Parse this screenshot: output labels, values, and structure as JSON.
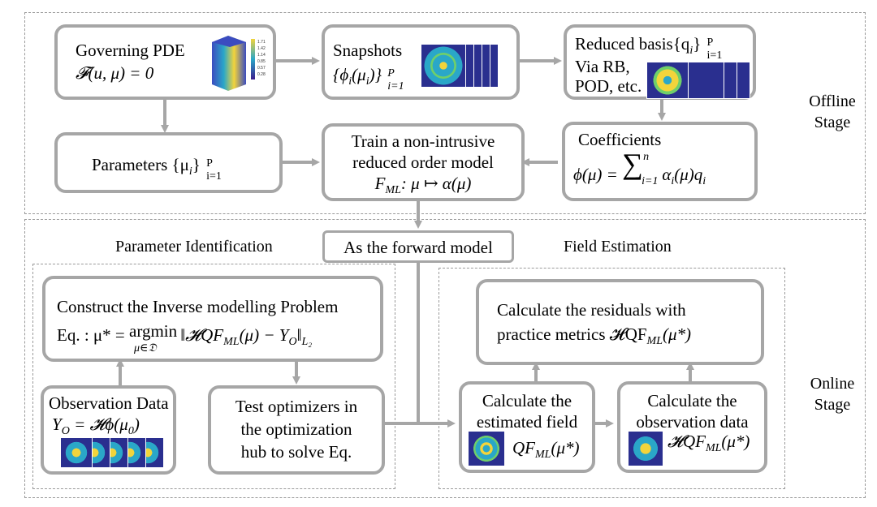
{
  "stages": {
    "offline_line1": "Offline",
    "offline_line2": "Stage",
    "online_line1": "Online",
    "online_line2": "Stage"
  },
  "boxes": {
    "governing_pde": {
      "title": "Governing PDE",
      "equation": "𝓕(u, μ) = 0"
    },
    "snapshots": {
      "title": "Snapshots",
      "set": "{ϕ",
      "set_sub": "i",
      "set_arg": "(μ",
      "set_arg_sub": "i",
      "set_end": ")}",
      "sup": "P",
      "sub": "i=1"
    },
    "reduced_basis": {
      "title": "Reduced basis{q",
      "title_sub": "i",
      "title_end": "}",
      "sup": "P",
      "sub": "i=1",
      "line2": "Via RB,",
      "line3": "POD, etc."
    },
    "parameters": {
      "title": "Parameters {μ",
      "title_sub": "i",
      "title_end": "}",
      "sup": "P",
      "sub": "i=1"
    },
    "train": {
      "line1": "Train a non-intrusive",
      "line2": "reduced order model",
      "line3_a": "F",
      "line3_sub": "ML",
      "line3_b": ": μ ↦ α(μ)"
    },
    "coefficients": {
      "title": "Coefficients",
      "eq_a": "ϕ(μ) =",
      "eq_sum": "∑",
      "eq_sum_top": "n",
      "eq_sum_bot": "i=1",
      "eq_b": "α",
      "eq_b_sub": "i",
      "eq_c": "(μ)q",
      "eq_c_sub": "i"
    },
    "forward_model": {
      "label": "As the forward model"
    },
    "inverse_problem": {
      "line1": "Construct the Inverse modelling Problem",
      "line2_a": "Eq. :  μ* = ",
      "argmin": "argmin",
      "argmin_sub": "μ∈𝔇",
      "line2_b": "‖𝓗QF",
      "line2_sub": "ML",
      "line2_c": "(μ)  −  Y",
      "line2_sub2": "O",
      "line2_d": "‖",
      "line2_sub3": "L₂"
    },
    "observation_data": {
      "title": "Observation Data",
      "eq_a": "Y",
      "eq_sub": "O",
      "eq_b": " = 𝓗ϕ(μ",
      "eq_sub2": "0",
      "eq_c": ")"
    },
    "test_optimizers": {
      "line1": "Test optimizers in",
      "line2": "the optimization",
      "line3": "hub to solve Eq."
    },
    "residuals": {
      "line1": "Calculate the residuals with",
      "line2_a": "practice metrics  𝓗QF",
      "line2_sub": "ML",
      "line2_b": "(μ*)"
    },
    "estimated_field": {
      "line1": "Calculate the",
      "line2": "estimated field",
      "eq_a": "QF",
      "eq_sub": "ML",
      "eq_b": "(μ*)"
    },
    "observation_calc": {
      "line1": "Calculate the",
      "line2": "observation data",
      "eq_a": "𝓗QF",
      "eq_sub": "ML",
      "eq_b": "(μ*)"
    }
  },
  "section_labels": {
    "parameter_identification": "Parameter Identification",
    "field_estimation": "Field Estimation"
  },
  "colorbar_ticks": [
    "1.71",
    "1.42",
    "1.14",
    "0.85",
    "0.57",
    "0.28"
  ],
  "colors": {
    "box_border": "#a6a6a6",
    "arrow": "#a6a6a6",
    "dashed": "#9a9a9a",
    "field_bg": "#3b1d8c",
    "field_mid": "#2aa7c8",
    "field_hot": "#f2d43b"
  }
}
